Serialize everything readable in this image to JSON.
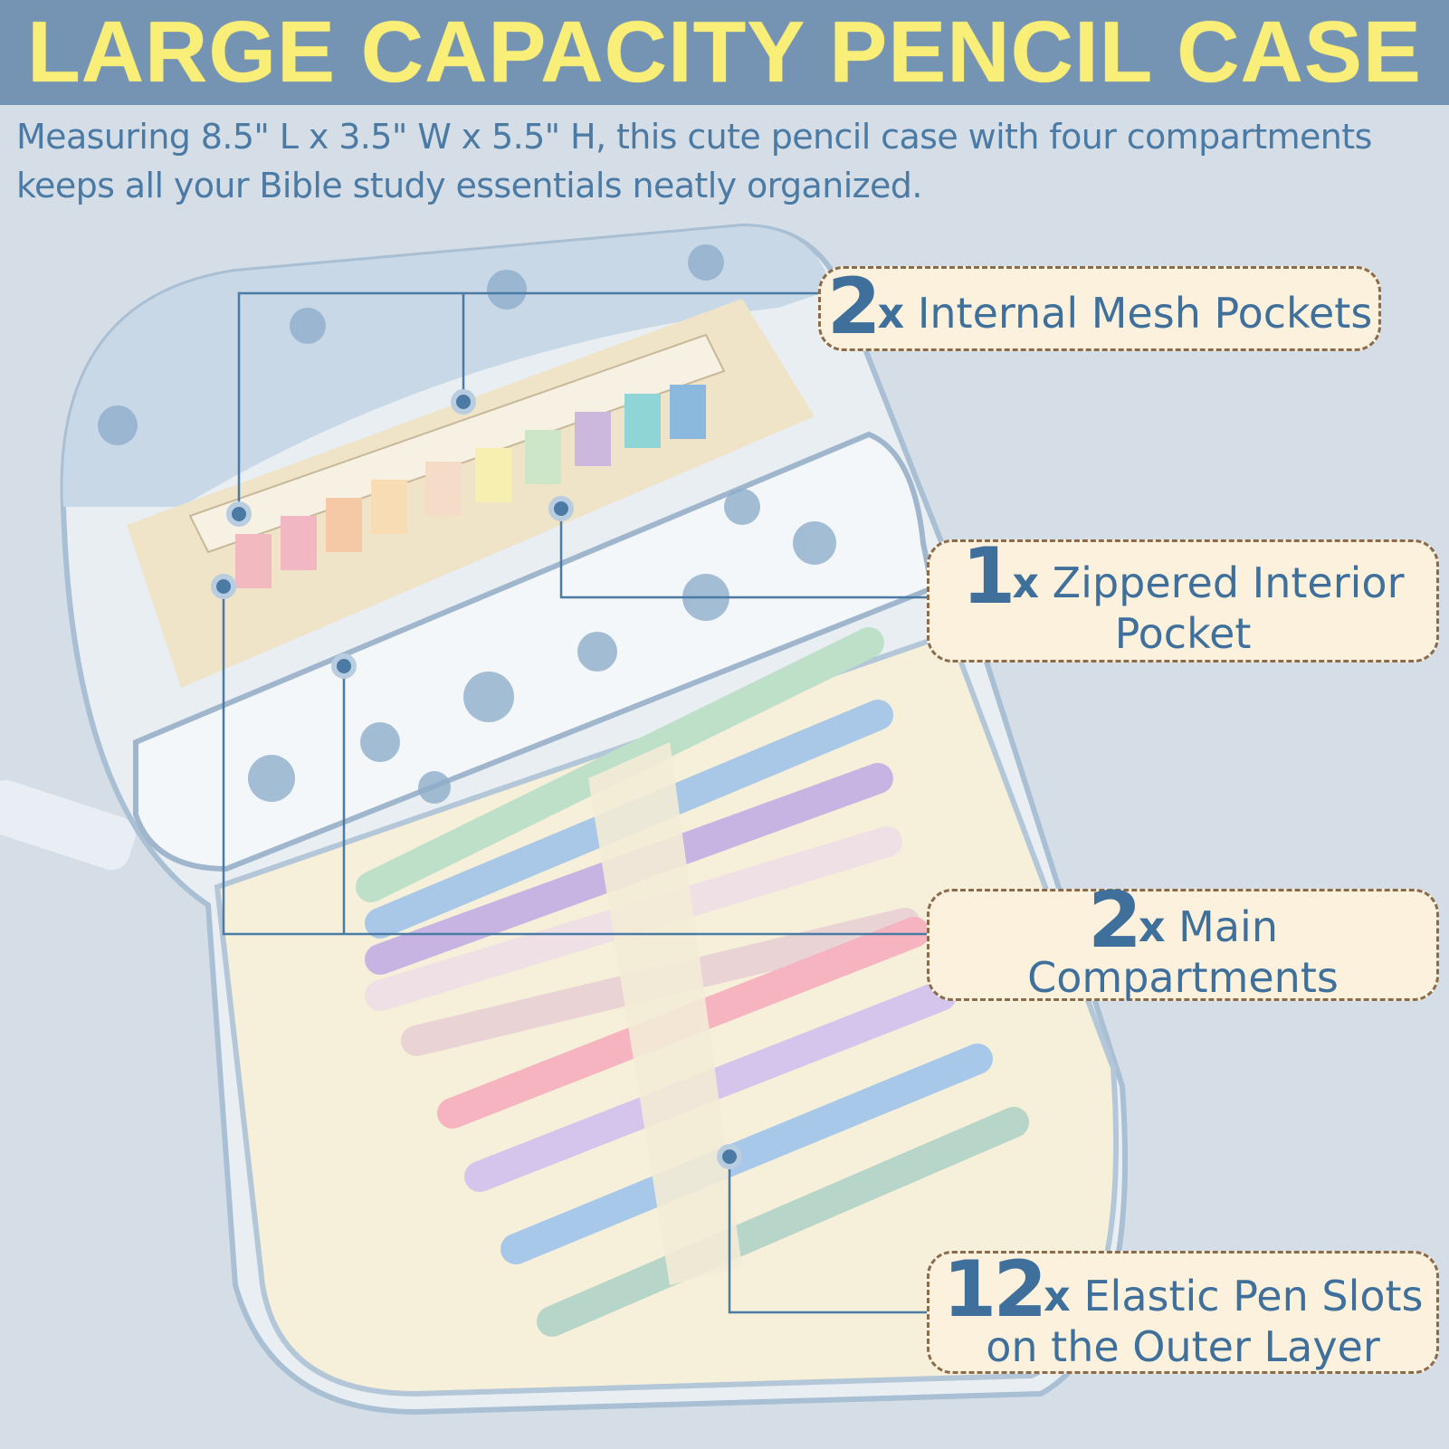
{
  "header": {
    "title": "LARGE CAPACITY PENCIL CASE"
  },
  "description": "Measuring 8.5\" L x 3.5\" W x 5.5\" H, this cute pencil case with four compartments keeps all your Bible study essentials neatly organized.",
  "callouts": [
    {
      "number": "2",
      "x": "x",
      "text": "Internal Mesh Pockets",
      "text2": ""
    },
    {
      "number": "1",
      "x": "x",
      "text": "Zippered Interior",
      "text2": "Pocket"
    },
    {
      "number": "2",
      "x": "x",
      "text": "Main",
      "text2": "Compartments"
    },
    {
      "number": "12",
      "x": "x",
      "text": "Elastic Pen Slots",
      "text2": "on the Outer Layer"
    }
  ],
  "colors": {
    "header_bg": "#7593b2",
    "title": "#f8ee78",
    "text": "#3f709b",
    "callout_bg": "#fcf1dd",
    "callout_border": "#8b6b4c",
    "background": "#d5dee6"
  }
}
